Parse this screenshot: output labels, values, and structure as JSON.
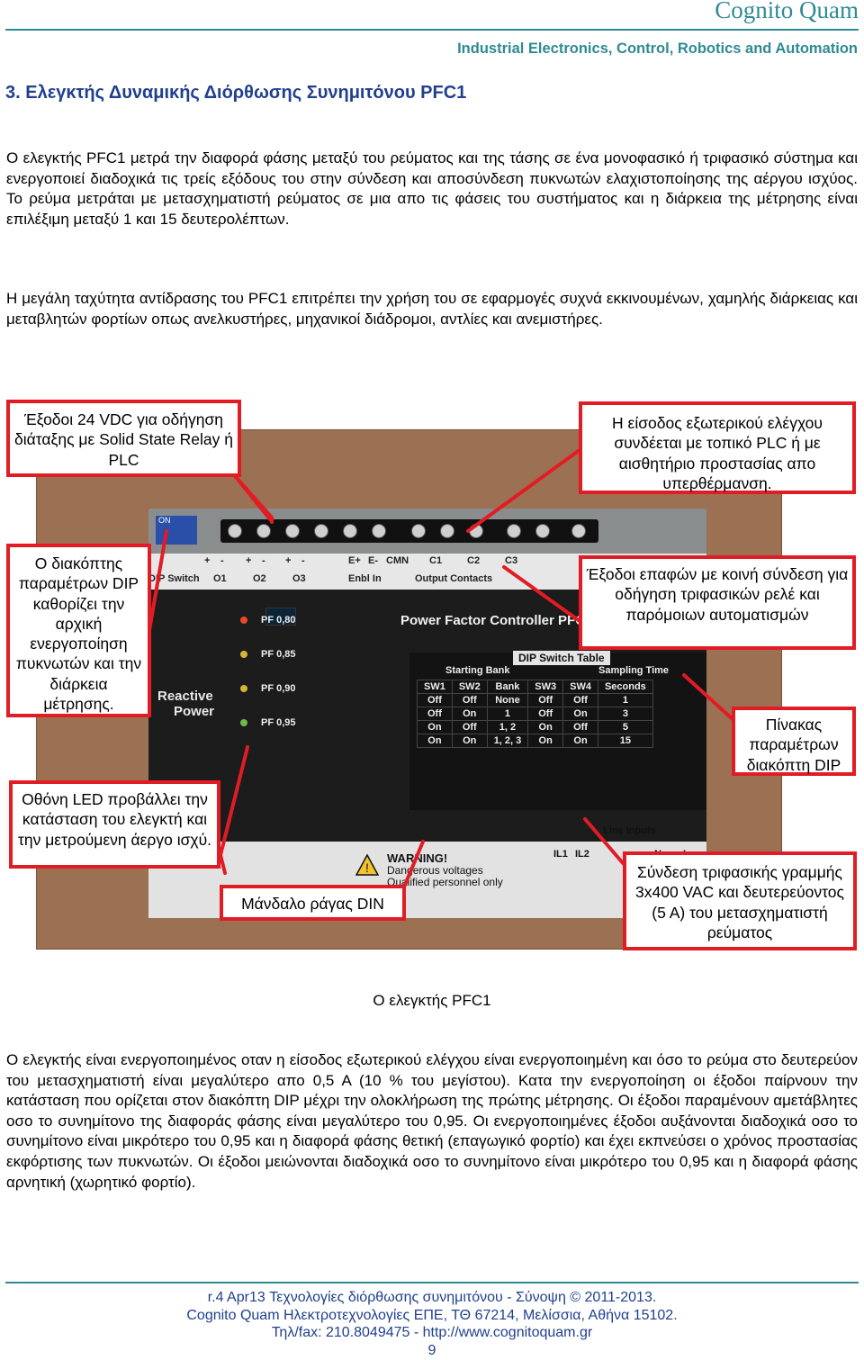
{
  "header": {
    "brand": "Cognito Quam",
    "tagline": "Industrial Electronics, Control, Robotics and Automation"
  },
  "heading": "3. Ελεγκτής Δυναμικής Διόρθωσης Συνημιτόνου PFC1",
  "paragraphs": {
    "p1": "Ο ελεγκτής PFC1 μετρά την διαφορά φάσης μεταξύ του ρεύματος και της τάσης σε ένα μονοφασικό ή τριφασικό σύστημα και ενεργοποιεί διαδοχικά τις τρείς εξόδους του στην σύνδεση και αποσύνδεση πυκνωτών ελαχιστοποίησης της αέργου ισχύος. Το ρεύμα μετράται με μετασχηματιστή ρεύματος σε μια απο τις φάσεις του συστήματος και η διάρκεια της μέτρησης είναι επιλέξιμη μεταξύ 1 και 15 δευτερολέπτων.",
    "p2": "Η μεγάλη ταχύτητα αντίδρασης του PFC1 επιτρέπει την χρήση του σε εφαρμογές συχνά εκκινουμένων, χαμηλής διάρκειας και μεταβλητών φορτίων οπως ανελκυστήρες, μηχανικοί διάδρομοι, αντλίες και ανεμιστήρες.",
    "p3": "Ο ελεγκτής είναι ενεργοποιημένος οταν η είσοδος εξωτερικού ελέγχου είναι ενεργοποιημένη και όσο το ρεύμα στο δευτερεύον του μετασχηματιστή είναι μεγαλύτερο απο 0,5 Α (10 % του μεγίστου). Κατα την ενεργοποίηση οι έξοδοι παίρνουν την κατάσταση που ορίζεται στον διακόπτη DIP μέχρι την ολοκλήρωση της πρώτης μέτρησης. Οι έξοδοι παραμένουν αμετάβλητες οσο το συνημίτονο της διαφοράς φάσης είναι μεγαλύτερο του 0,95. Οι ενεργοποιημένες έξοδοι αυξάνονται διαδοχικά οσο το συνημίτονο είναι μικρότερο του 0,95 και η διαφορά φάσης θετική (επαγωγικό φορτίο) και έχει εκπνεύσει ο χρόνος προστασίας εκφόρτισης των πυκνωτών. Οι έξοδοι μειώνονται διαδοχικά οσο το συνημίτονο είναι μικρότερο του 0,95 και η διαφορά φάσης αρνητική (χωρητικό φορτίο)."
  },
  "figure": {
    "callouts": {
      "outputs_24vdc": "Έξοδοι 24 VDC για οδήγηση διάταξης με Solid State Relay ή PLC",
      "external_input": "Η είσοδος εξωτερικού ελέγχου συνδέεται με τοπικό PLC ή με αισθητήριο προστασίας απο υπερθέρμανση.",
      "dip_switch": "Ο διακόπτης παραμέτρων DIP καθορίζει την αρχική ενεργοποίηση πυκνωτών και την διάρκεια μέτρησης.",
      "contact_outputs": "Έξοδοι επαφών με κοινή σύνδεση για οδήγηση τριφασικών ρελέ και παρόμοιων αυτοματισμών",
      "dip_table": "Πίνακας παραμέτρων διακόπτη DIP",
      "display": "Οθόνη LED προβάλλει την κατάσταση του ελεγκτή και την μετρούμενη άεργο ισχύ.",
      "din_latch": "Μάνδαλο ράγας DIN",
      "three_phase": "Σύνδεση τριφασικής γραμμής 3x400 VAC και δευτερεύοντος (5 Α) του μετασχηματιστή ρεύματος"
    },
    "device": {
      "top_labels": [
        "+",
        "-",
        "+",
        "-",
        "+",
        "-",
        "E+",
        "E-",
        "CMN",
        "C1",
        "C2",
        "C3"
      ],
      "sub_labels": [
        "DIP Switch",
        "O1",
        "O2",
        "O3",
        "Enbl In",
        "Output Contacts"
      ],
      "dip_on": "ON",
      "reactive": "Reactive",
      "power": "Power",
      "pf_labels": [
        "PF 0,80",
        "PF 0,85",
        "PF 0,90",
        "PF 0,95"
      ],
      "title": "Power Factor Controller PFC1",
      "dip_table_title": "DIP Switch Table",
      "starting_bank": "Starting Bank",
      "sampling_time": "Sampling Time",
      "table_header": [
        "SW1",
        "SW2",
        "Bank",
        "SW3",
        "SW4",
        "Seconds"
      ],
      "table_rows": [
        [
          "Off",
          "Off",
          "None",
          "Off",
          "Off",
          "1"
        ],
        [
          "Off",
          "On",
          "1",
          "Off",
          "On",
          "3"
        ],
        [
          "On",
          "Off",
          "1, 2",
          "On",
          "Off",
          "5"
        ],
        [
          "On",
          "On",
          "1, 2, 3",
          "On",
          "On",
          "15"
        ]
      ],
      "line_inputs": "Line Inputs",
      "bottom_terminals": [
        "IL1",
        "IL2",
        "N",
        "L"
      ],
      "warning_title": "WARNING!",
      "warning_line1": "Dangerous voltages",
      "warning_line2": "Qualified personnel only"
    },
    "caption": "Ο ελεγκτής PFC1"
  },
  "footer": {
    "line1": "r.4 Apr13 Τεχνολογίες διόρθωσης συνημιτόνου - Σύνοψη © 2011-2013.",
    "line2": "Cognito Quam Ηλεκτροτεχνολογίες ΕΠΕ, ΤΘ 67214, Μελίσσια, Αθήνα 15102.",
    "line3": "Τηλ/fax: 210.8049475 - http://www.cognitoquam.gr",
    "page_number": "9"
  },
  "colors": {
    "brand": "#2f8a93",
    "heading": "#1f3f8f",
    "callout_border": "#e21c25",
    "board": "#9c7052"
  }
}
